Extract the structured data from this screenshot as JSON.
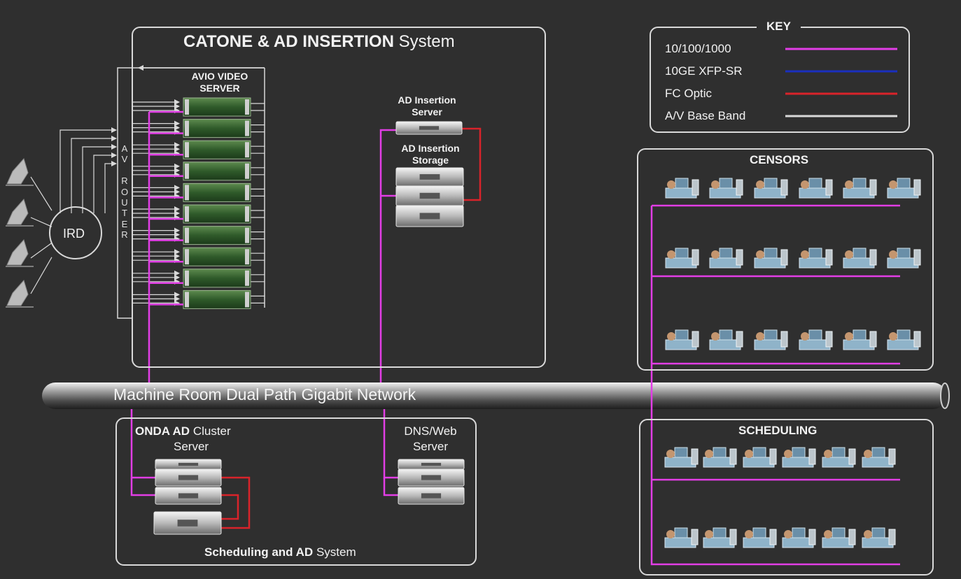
{
  "catone_box": {
    "title_bold": "CATONE & AD INSERTION",
    "title_regular": "System"
  },
  "avio": {
    "label_line1": "AVIO VIDEO",
    "label_line2": "SERVER",
    "rack_count": 10
  },
  "router": {
    "letters": [
      "A",
      "V",
      "",
      "R",
      "O",
      "U",
      "T",
      "E",
      "R"
    ]
  },
  "ird": {
    "label": "IRD"
  },
  "ad_insertion": {
    "server_line1": "AD Insertion",
    "server_line2": "Server",
    "storage_line1": "AD Insertion",
    "storage_line2": "Storage"
  },
  "key": {
    "title": "KEY",
    "items": [
      {
        "label": "10/100/1000",
        "color": "#e23ee6"
      },
      {
        "label": "10GE XFP-SR",
        "color": "#1a2fbf"
      },
      {
        "label": "FC Optic",
        "color": "#d9232a"
      },
      {
        "label": "A/V Base Band",
        "color": "#d9d9d9"
      }
    ]
  },
  "censors": {
    "title": "CENSORS",
    "rows": 3,
    "per_row": 6
  },
  "network": {
    "label": "Machine Room Dual Path Gigabit Network"
  },
  "onda": {
    "title_bold": "ONDA AD",
    "title_regular": "Cluster",
    "title_line2": "Server"
  },
  "dns": {
    "line1": "DNS/Web",
    "line2": "Server"
  },
  "sched_ad": {
    "title_bold": "Scheduling and AD",
    "title_regular": "System"
  },
  "scheduling": {
    "title": "SCHEDULING",
    "rows": 2,
    "per_row": 6
  },
  "colors": {
    "ethernet": "#e23ee6",
    "fc": "#d9232a",
    "baseband": "#d9d9d9",
    "background": "#2f2f2f",
    "frame": "#d9d9d9"
  }
}
